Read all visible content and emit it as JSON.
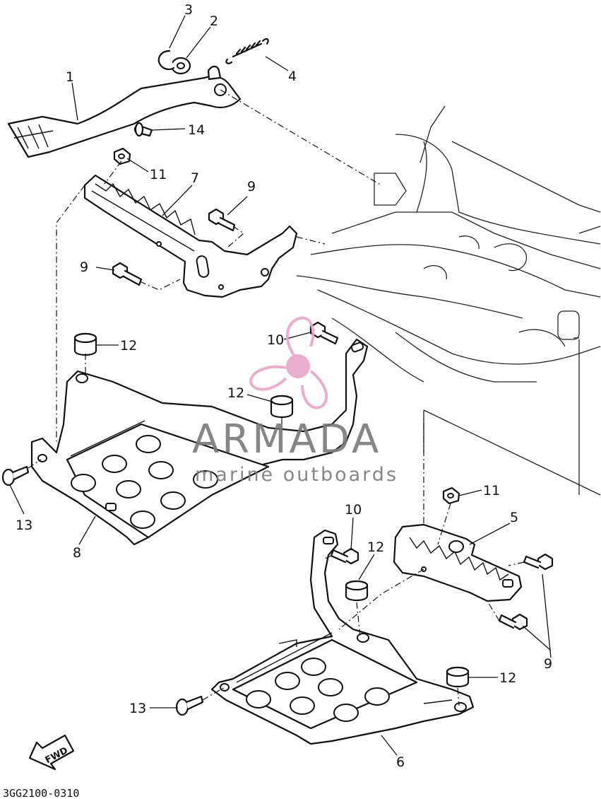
{
  "diagram": {
    "drawing_code": "3GG2100-0310",
    "fwd_label": "FWD",
    "callouts": [
      {
        "id": "c1",
        "text": "1"
      },
      {
        "id": "c2",
        "text": "2"
      },
      {
        "id": "c3",
        "text": "3"
      },
      {
        "id": "c4",
        "text": "4"
      },
      {
        "id": "c5",
        "text": "5"
      },
      {
        "id": "c6",
        "text": "6"
      },
      {
        "id": "c7",
        "text": "7"
      },
      {
        "id": "c8",
        "text": "8"
      },
      {
        "id": "c9a",
        "text": "9"
      },
      {
        "id": "c9b",
        "text": "9"
      },
      {
        "id": "c9c",
        "text": "9"
      },
      {
        "id": "c10a",
        "text": "10"
      },
      {
        "id": "c10b",
        "text": "10"
      },
      {
        "id": "c11a",
        "text": "11"
      },
      {
        "id": "c11b",
        "text": "11"
      },
      {
        "id": "c12a",
        "text": "12"
      },
      {
        "id": "c12b",
        "text": "12"
      },
      {
        "id": "c12c",
        "text": "12"
      },
      {
        "id": "c12d",
        "text": "12"
      },
      {
        "id": "c13a",
        "text": "13"
      },
      {
        "id": "c13b",
        "text": "13"
      },
      {
        "id": "c14",
        "text": "14"
      }
    ]
  },
  "watermark": {
    "brand": "ARMADA",
    "tagline": "marine outboards",
    "brand_color": "#e8a6c8",
    "text_color": "#7a7a7a"
  }
}
